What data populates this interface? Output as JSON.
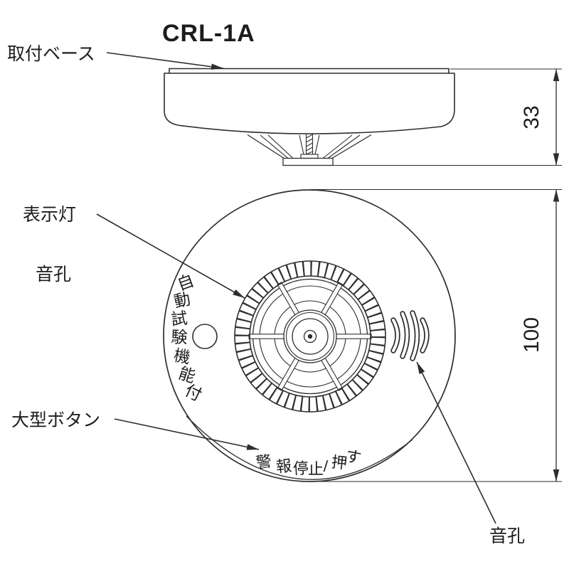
{
  "title": "CRL-1A",
  "colors": {
    "line": "#2e2e2e",
    "text": "#1c1c1c",
    "background": "#ffffff"
  },
  "side_view": {
    "callout_mounting_base": "取付ベース"
  },
  "dimensions": {
    "side_height": "33",
    "face_diameter": "100"
  },
  "front_view": {
    "callout_indicator": "表示灯",
    "callout_sound_hole_left": "音孔",
    "callout_large_button": "大型ボタン",
    "callout_sound_hole_bottom": "音孔",
    "auto_test_label": "自動試験機能付",
    "auto_test_chars": [
      "自",
      "動",
      "試",
      "験",
      "機",
      "能",
      "付"
    ],
    "button_label": "警報停止/押す",
    "button_chars": [
      "警",
      "報",
      "停",
      "止",
      "/",
      "押",
      "す"
    ]
  }
}
